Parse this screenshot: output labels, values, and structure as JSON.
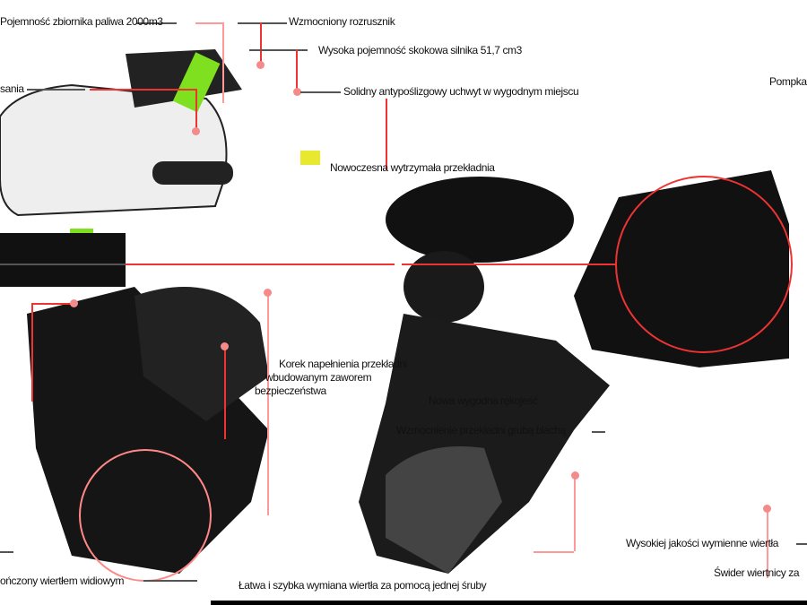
{
  "callouts": {
    "fuel_tank": "Pojemność zbiornika paliwa 2000m3",
    "starter": "Wzmocniony rozrusznik",
    "engine_capacity": "Wysoka pojemność skokowa silnika 51,7 cm3",
    "choke": "sania",
    "handle": "Solidny antypoślizgowy uchwyt w wygodnym miejscu",
    "primer": "Pompka",
    "gearbox": "Nowoczesna wytrzymała przekładnia",
    "filler_cap_1": "Korek napełnienia przekładni",
    "filler_cap_2": "wbudowanym zaworem",
    "filler_cap_3": "bezpieczeństwa",
    "grip": "Nowa wygodna rękojeść",
    "gear_reinforcement": "Wzmocnienie przekładni grubą blachą",
    "drill_bits": "Wysokiej jakości wymienne wiertła",
    "auger": "Świder wiertnicy za",
    "carbide_tip": "ończony wiertłem widiowym",
    "quick_change": "Łatwa i szybka wymiana wiertła za pomocą jednej śruby"
  },
  "colors": {
    "accent": "#e33333",
    "highlight": "#7ee01e",
    "body": "#111111"
  }
}
